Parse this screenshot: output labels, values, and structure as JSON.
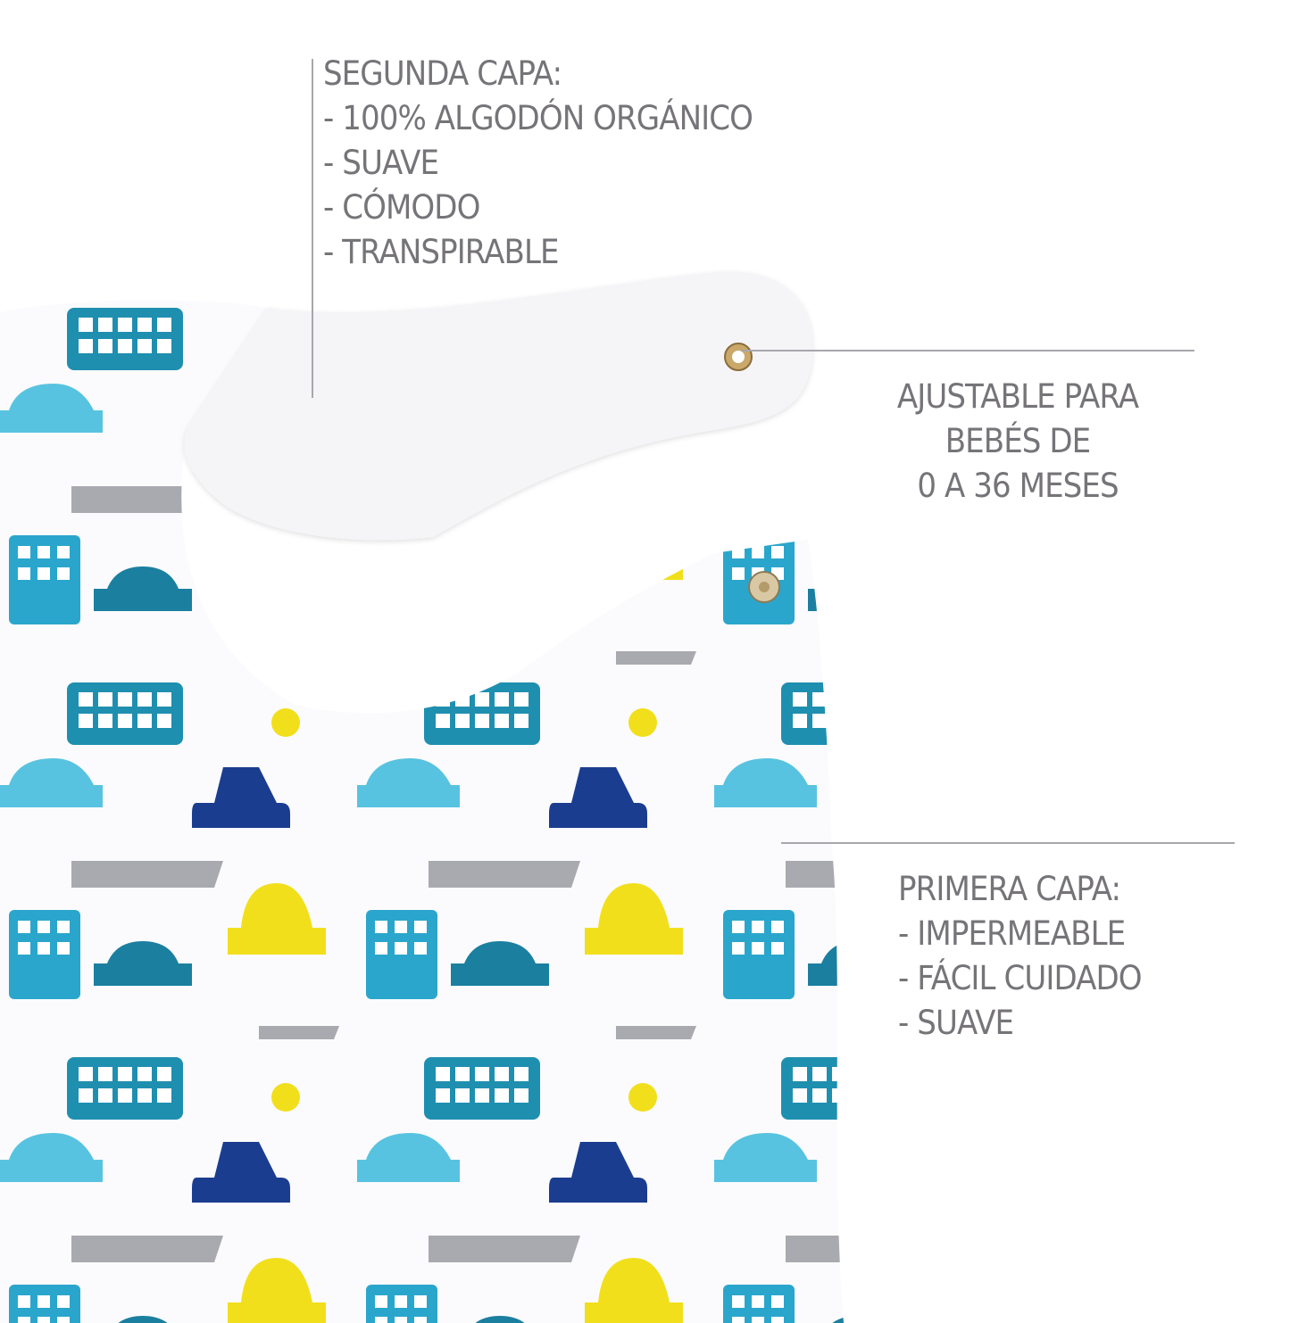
{
  "second_layer": {
    "title": "Segunda capa:",
    "items": [
      "- 100% algodón orgánico",
      "- Suave",
      "- Cómodo",
      "- Transpirable"
    ]
  },
  "adjustable": {
    "lines": [
      "Ajustable para",
      "bebés de",
      "0 a 36 meses"
    ]
  },
  "first_layer": {
    "title": "Primera capa:",
    "items": [
      "- Impermeable",
      "- Fácil cuidado",
      "- Suave"
    ]
  },
  "colors": {
    "text": "#767478",
    "teal_bus": "#1f8fb0",
    "navy_car": "#1b3d8f",
    "yellow_car": "#f2df1c",
    "light_blue_car": "#58c3e0",
    "grey_car": "#a9a9b0"
  }
}
